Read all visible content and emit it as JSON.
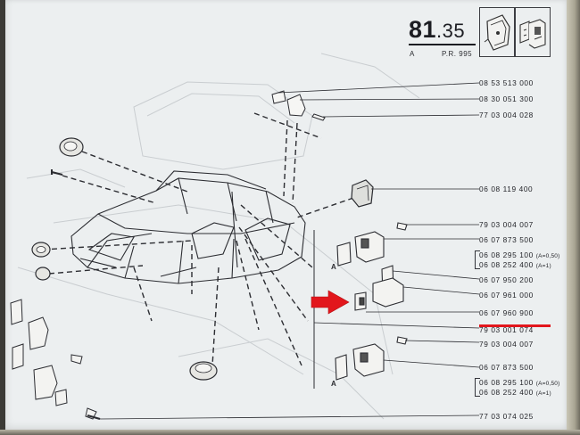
{
  "header": {
    "page_number_main": "81",
    "page_number_sub": ".35",
    "variant_label": "A",
    "pr_code": "P.R. 995"
  },
  "part_numbers": [
    {
      "number": "08 53 513 000"
    },
    {
      "number": "08 30 051 300"
    },
    {
      "number": "77 03 004 028"
    },
    {
      "number": "06 08 119 400"
    },
    {
      "number": "79 03 004 007"
    },
    {
      "number": "06 07 873 500"
    },
    {
      "number": "06 08 295 100",
      "note": "(A=0,50)"
    },
    {
      "number": "06 08 252 400",
      "note": "(A=1)"
    },
    {
      "number": "06 07 950 200"
    },
    {
      "number": "06 07 961 000"
    },
    {
      "number": "06 07 960 900",
      "highlighted": true
    },
    {
      "number": "79 03 001 074"
    },
    {
      "number": "79 03 004 007"
    },
    {
      "number": "06 07 873 500"
    },
    {
      "number": "06 08 295 100",
      "note": "(A=0,50)"
    },
    {
      "number": "06 08 252 400",
      "note": "(A=1)"
    },
    {
      "number": "77 03 074 025"
    }
  ],
  "diagram_labels": {
    "dimension_a": "A"
  },
  "colors": {
    "paper": "#eceff0",
    "ink": "#24252a",
    "highlight": "#e2161c"
  },
  "icons": [
    "door-hinge-icon",
    "hinge-bracket-icon",
    "red-pointer-arrow-icon"
  ]
}
